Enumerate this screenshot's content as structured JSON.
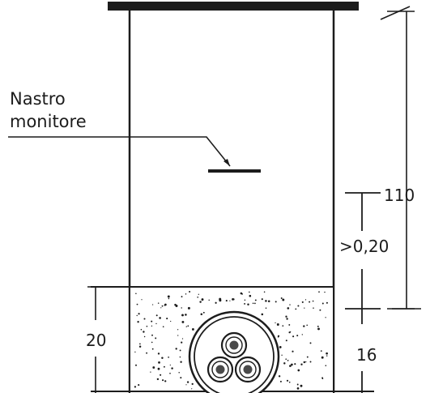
{
  "labels": {
    "tape_line1": "Nastro",
    "tape_line2": "monitore"
  },
  "dimensions": {
    "total_depth": "110",
    "min_gap": ">0,20",
    "sand_depth": "20",
    "bed_thickness": "16"
  },
  "colors": {
    "ink": "#1c1c1c",
    "conductor_core": "#4a4a4a",
    "background": "#ffffff"
  }
}
